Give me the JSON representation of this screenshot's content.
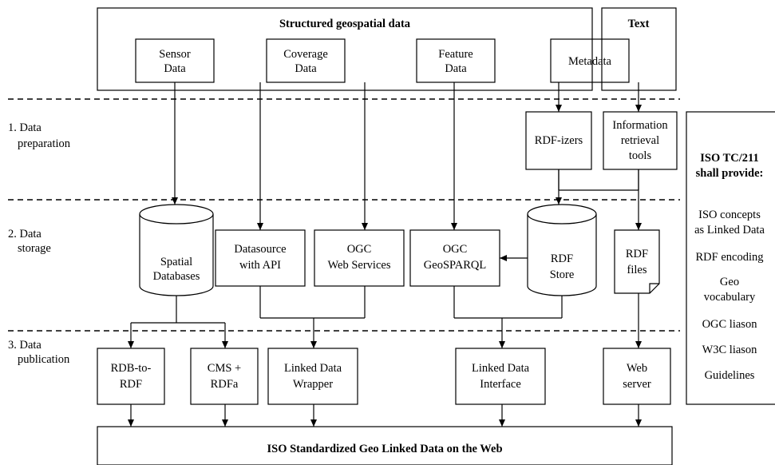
{
  "top": {
    "structured_title": "Structured geospatial data",
    "text_title": "Text",
    "sensor": [
      "Sensor",
      "Data"
    ],
    "coverage": [
      "Coverage",
      "Data"
    ],
    "feature": [
      "Feature",
      "Data"
    ],
    "metadata": "Metadata"
  },
  "stages": {
    "prep": [
      "1. Data",
      "preparation"
    ],
    "storage": [
      "2. Data",
      "storage"
    ],
    "publication": [
      "3. Data",
      "publication"
    ]
  },
  "preparation": {
    "rdfizers": "RDF-izers",
    "info_retrieval": [
      "Information",
      "retrieval",
      "tools"
    ]
  },
  "storage": {
    "spatial_db": [
      "Spatial",
      "Databases"
    ],
    "datasource": [
      "Datasource",
      "with API"
    ],
    "ogc_ws": [
      "OGC",
      "Web Services"
    ],
    "geosparql": [
      "OGC",
      "GeoSPARQL"
    ],
    "rdf_store": [
      "RDF",
      "Store"
    ],
    "rdf_files": [
      "RDF",
      "files"
    ]
  },
  "publication": {
    "rdb_to_rdf": [
      "RDB-to-",
      "RDF"
    ],
    "cms_rdfa": [
      "CMS +",
      "RDFa"
    ],
    "ld_wrapper": [
      "Linked Data",
      "Wrapper"
    ],
    "ld_interface": [
      "Linked Data",
      "Interface"
    ],
    "web_server": [
      "Web",
      "server"
    ]
  },
  "bottom": {
    "title": "ISO Standardized Geo Linked Data on the Web"
  },
  "iso_panel": {
    "title": [
      "ISO TC/211",
      "shall provide:"
    ],
    "items": [
      "ISO concepts",
      "as Linked Data",
      "RDF encoding",
      "Geo",
      "vocabulary",
      "OGC liason",
      "W3C liason",
      "Guidelines"
    ]
  }
}
